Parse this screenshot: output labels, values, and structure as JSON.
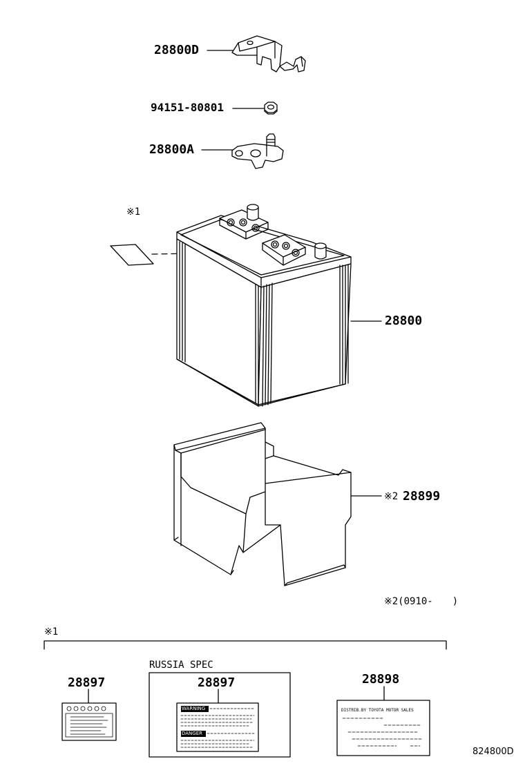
{
  "parts": {
    "terminal_cover": "28800D",
    "nut": "94151-80801",
    "terminal_clamp": "28800A",
    "battery": "28800",
    "battery_tray_prefix": "※2",
    "battery_tray": "28899"
  },
  "notes": {
    "note1_marker": "※1",
    "note2_range": "※2(0910-　　)",
    "label_group_marker": "※1"
  },
  "labels": {
    "label_a_number": "28897",
    "russia_spec_title": "RUSSIA SPEC",
    "label_b_number": "28897",
    "label_c_number": "28898",
    "label_b_warning": "WARNING",
    "label_b_danger": "DANGER",
    "label_c_text": "DISTRIB.BY TOYOTA MOTOR SALES"
  },
  "figure_id": "824800D"
}
